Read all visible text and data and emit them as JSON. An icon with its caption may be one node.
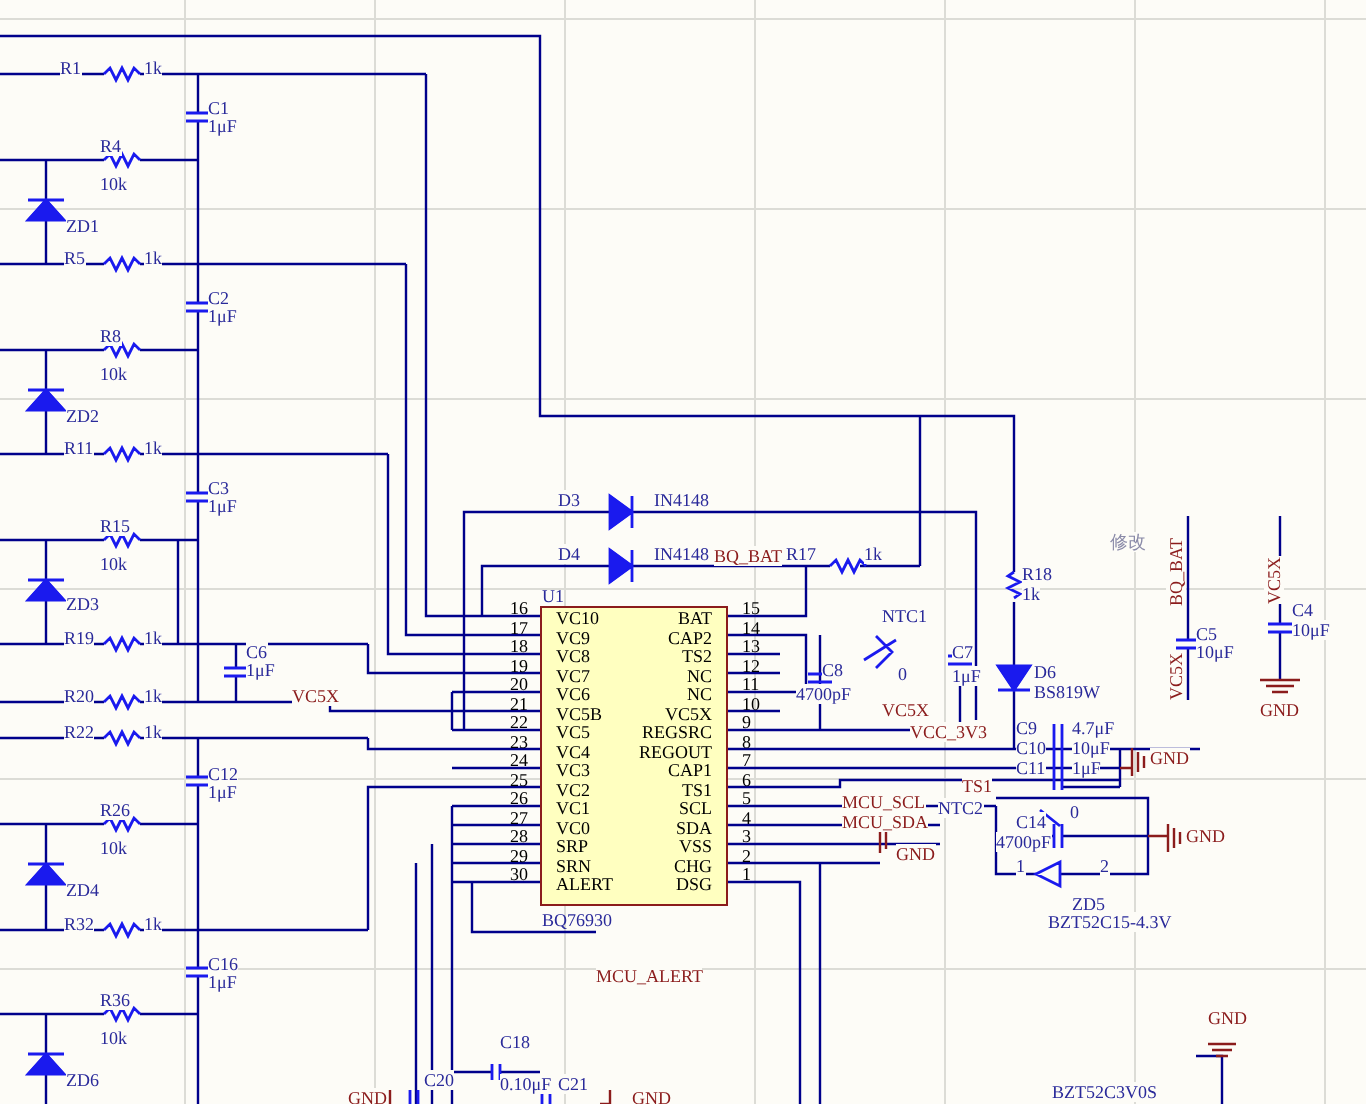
{
  "diagram": {
    "nodes": [
      {
        "text": [
          "VC10",
          "VC9",
          "VC8",
          "VC7",
          "VC6",
          "VC5B",
          "VC5",
          "VC4",
          "VC3",
          "VC2",
          "VC1",
          "VC0",
          "SRP",
          "SRN",
          "ALERT",
          "BAT",
          "CAP2",
          "TS2",
          "NC",
          "NC",
          "VC5X",
          "REGSRC",
          "REGOUT",
          "CAP1",
          "TS1",
          "SCL",
          "SDA",
          "VSS",
          "CHG",
          "DSG"
        ],
        "beside": [
          "U1",
          "BQ76930",
          "16",
          "17",
          "18",
          "19",
          "20",
          "21",
          "22",
          "23",
          "24",
          "25",
          "26",
          "27",
          "28",
          "29",
          "30",
          "15",
          "14",
          "13",
          "12",
          "11",
          "10",
          "9",
          "8",
          "7",
          "6",
          "5",
          "4",
          "3",
          "2",
          "1"
        ]
      }
    ],
    "labels": [
      "R1",
      "1k",
      "C1",
      "1μF",
      "R4",
      "10k",
      "ZD1",
      "R5",
      "1k",
      "C2",
      "1μF",
      "R8",
      "10k",
      "ZD2",
      "R11",
      "1k",
      "C3",
      "1μF",
      "R15",
      "10k",
      "ZD3",
      "R19",
      "1k",
      "C6",
      "1μF",
      "R20",
      "1k",
      "VC5X",
      "R22",
      "1k",
      "C12",
      "1μF",
      "R26",
      "10k",
      "ZD4",
      "R32",
      "1k",
      "C16",
      "1μF",
      "R36",
      "10k",
      "ZD6",
      "D3",
      "IN4148",
      "D4",
      "IN4148",
      "BQ_BAT",
      "R17",
      "1k",
      "NTC1",
      "C8",
      "4700pF",
      "0",
      "C7",
      "1μF",
      "VC5X",
      "VCC_3V3",
      "R18",
      "1k",
      "D6",
      "BS819W",
      "修改",
      "BQ_BAT",
      "C5",
      "10μF",
      "VC5X",
      "VC5X",
      "C4",
      "10μF",
      "GND",
      "C9",
      "4.7μF",
      "C10",
      "10μF",
      "C11",
      "1μF",
      "GND",
      "TS1",
      "MCU_SCL",
      "NTC2",
      "MCU_SDA",
      "0",
      "GND",
      "C14",
      "4700pF",
      "GND",
      "1",
      "2",
      "ZD5",
      "BZT52C15-4.3V",
      "MCU_ALERT",
      "C18",
      "C20",
      "0.10μF",
      "C21",
      "GND",
      "GND",
      "GND",
      "BZT52C3V0S"
    ]
  }
}
